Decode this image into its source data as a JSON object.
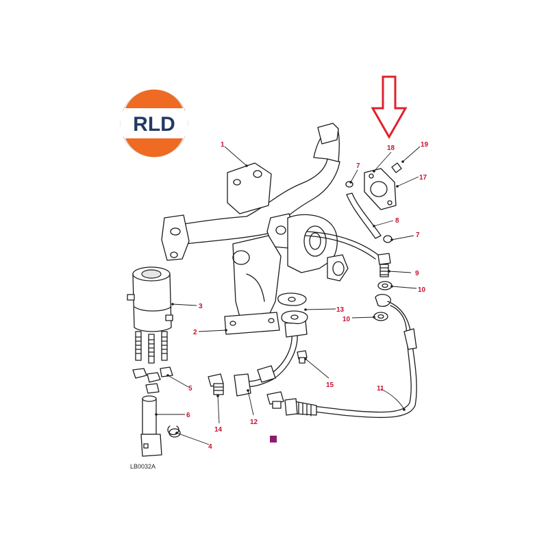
{
  "logo": {
    "text": "RLD",
    "colors": {
      "orange": "#ef6a22",
      "navy": "#233a63",
      "white": "#ffffff"
    }
  },
  "arrow": {
    "color": "#e0212b"
  },
  "callout_color": "#c8102e",
  "parts": {
    "p1": "1",
    "p2": "2",
    "p3": "3",
    "p4": "4",
    "p5": "5",
    "p6": "6",
    "p7a": "7",
    "p7b": "7",
    "p8": "8",
    "p9": "9",
    "p10a": "10",
    "p10b": "10",
    "p11": "11",
    "p12": "12",
    "p13": "13",
    "p14": "14",
    "p15": "15",
    "p17": "17",
    "p18": "18",
    "p19": "19"
  },
  "diagram_code": "LB0032A",
  "marker_color": "#8a1c6a"
}
